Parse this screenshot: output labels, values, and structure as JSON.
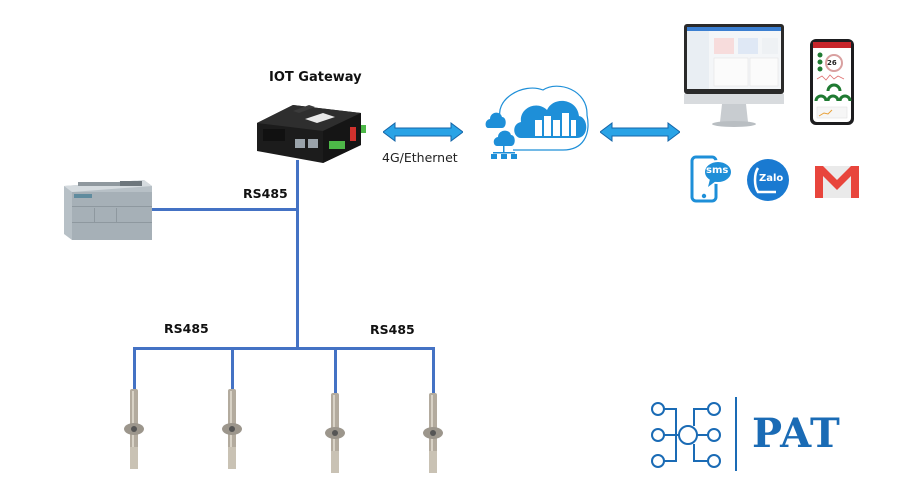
{
  "diagram": {
    "title": "IOT Gateway network topology",
    "gateway": {
      "label": "IOT Gateway"
    },
    "links": {
      "plc_to_bus": "RS485",
      "left_branch": "RS485",
      "right_branch": "RS485",
      "gateway_to_cloud": "4G/Ethernet"
    },
    "nodes": [
      {
        "id": "plc",
        "kind": "PLC controller"
      },
      {
        "id": "gateway",
        "kind": "IOT Gateway"
      },
      {
        "id": "cloud",
        "kind": "Cloud server"
      },
      {
        "id": "monitor",
        "kind": "Desktop dashboard"
      },
      {
        "id": "phone",
        "kind": "Mobile app",
        "reading": "26"
      },
      {
        "id": "sensor-1",
        "kind": "Temperature/humidity probe"
      },
      {
        "id": "sensor-2",
        "kind": "Temperature/humidity probe"
      },
      {
        "id": "sensor-3",
        "kind": "Temperature/humidity probe"
      },
      {
        "id": "sensor-4",
        "kind": "Temperature/humidity probe"
      }
    ],
    "notifications": [
      {
        "name": "sms",
        "text": "sms"
      },
      {
        "name": "zalo",
        "text": "Zalo"
      },
      {
        "name": "gmail",
        "text": "M"
      }
    ],
    "brand": {
      "name": "PAT"
    },
    "colors": {
      "wire": "#4472c4",
      "arrow": "#29a3e6",
      "cloud": "#1e8fd8",
      "brand": "#1a6bb5",
      "gmail_red": "#e8453c"
    }
  }
}
